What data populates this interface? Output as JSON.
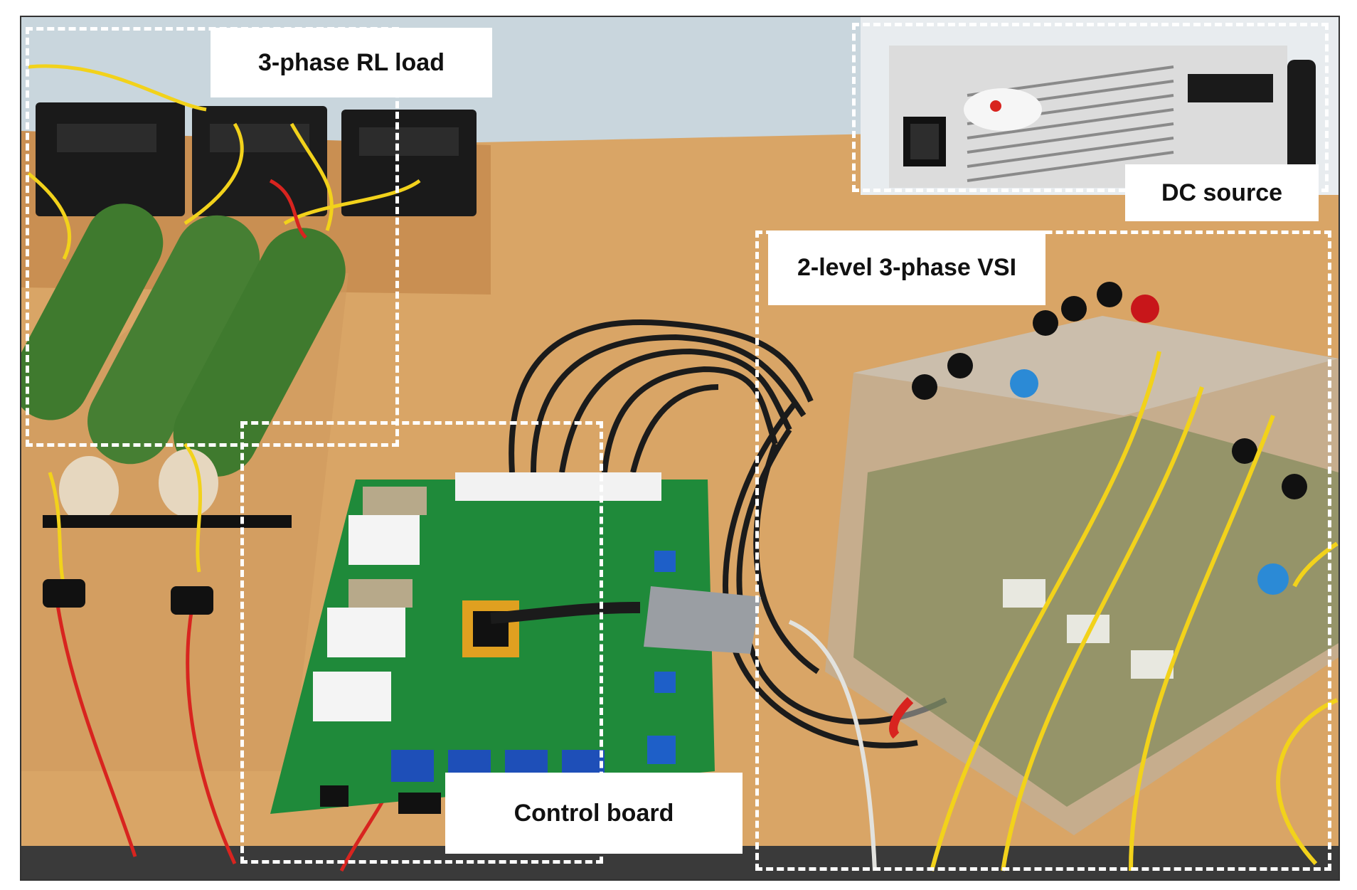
{
  "labels": {
    "rl_load": "3-phase RL load",
    "dc_source": "DC source",
    "vsi": "2-level 3-phase VSI",
    "control_board": "Control board"
  },
  "colors": {
    "table": "#d9a566",
    "wall": "#c9d6dd",
    "pcb": "#1f8a3a",
    "resistor": "#3f7a2e",
    "inductor": "#1a1a1a",
    "wire_yellow": "#f2d21b",
    "wire_red": "#d8241f",
    "cable_black": "#1b1b1b",
    "label_bg": "#ffffff"
  }
}
